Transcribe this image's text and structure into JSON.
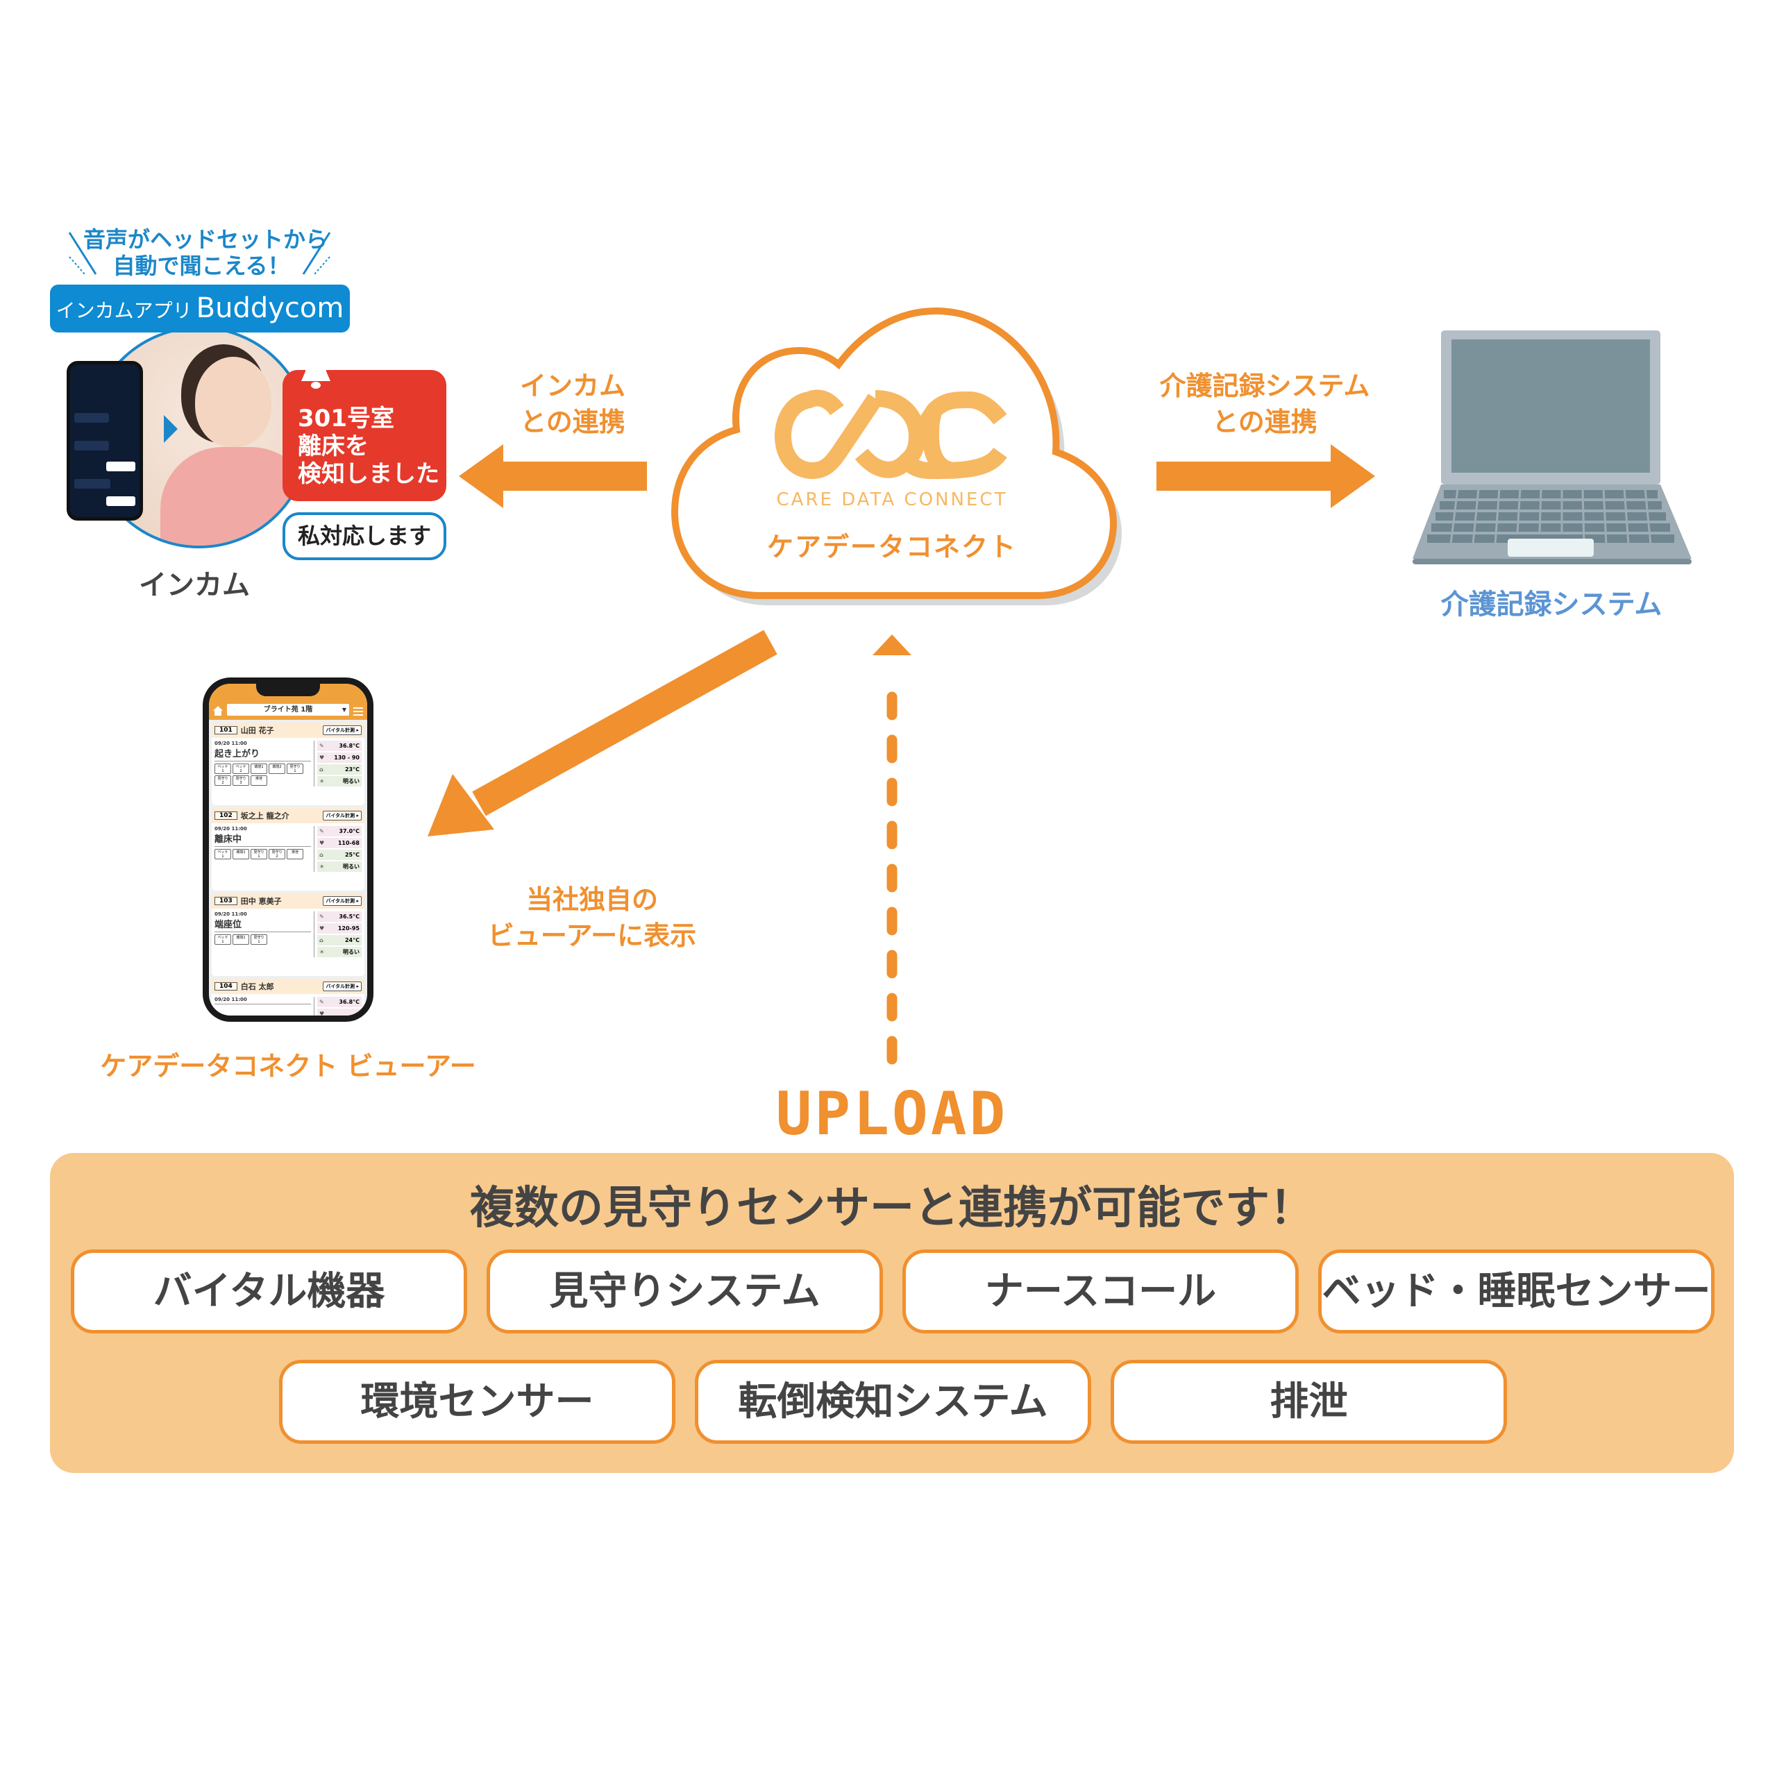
{
  "intercom": {
    "tagline": [
      "音声がヘッドセットから",
      "自動で聞こえる！"
    ],
    "app_label": "インカムアプリ",
    "app_name": "Buddycom",
    "alert_lines": [
      "301号室",
      "離床を",
      "検知しました"
    ],
    "reply": "私対応します",
    "label": "インカム"
  },
  "links": {
    "intercom": [
      "インカム",
      "との連携"
    ],
    "records": [
      "介護記録システム",
      "との連携"
    ],
    "viewer": [
      "当社独自の",
      "ビューアーに表示"
    ]
  },
  "cloud": {
    "logo_en": "CARE DATA CONNECT",
    "logo_jp": "ケアデータコネクト"
  },
  "records_system": {
    "label": "介護記録システム"
  },
  "viewer": {
    "label": "ケアデータコネクト ビューアー",
    "facility": "ブライト苑 1階",
    "vital_button": "バイタル計測 ▸",
    "cards": [
      {
        "room": "101",
        "name": "山田 花子",
        "time": "09/20 11:00",
        "status": "起き上がり",
        "tags": [
          "ベッド1",
          "ベッド2",
          "環境1",
          "環境2",
          "見守り1",
          "見守り2",
          "見守り3",
          "排泄"
        ],
        "temp": "36.8°C",
        "bp": "130 - 90",
        "room_temp": "23°C",
        "light": "明るい"
      },
      {
        "room": "102",
        "name": "坂之上 龍之介",
        "time": "09/20 11:00",
        "status": "離床中",
        "tags": [
          "ベッド1",
          "環境1",
          "見守り1",
          "見守り2",
          "排泄"
        ],
        "temp": "37.0°C",
        "bp": "110-68",
        "room_temp": "25°C",
        "light": "明るい"
      },
      {
        "room": "103",
        "name": "田中 恵美子",
        "time": "09/20 11:00",
        "status": "端座位",
        "tags": [
          "ベッド1",
          "環境1",
          "見守り1"
        ],
        "temp": "36.5°C",
        "bp": "120-95",
        "room_temp": "24°C",
        "light": "明るい"
      },
      {
        "room": "104",
        "name": "白石 太郎",
        "time": "09/20 11:00",
        "status": "",
        "tags": [],
        "temp": "36.8°C",
        "bp": "",
        "room_temp": "",
        "light": ""
      }
    ]
  },
  "upload_label": "UPLOAD",
  "sensors": {
    "title": "複数の見守りセンサーと連携が可能です！",
    "items": [
      "バイタル機器",
      "見守りシステム",
      "ナースコール",
      "ベッド・睡眠センサー",
      "環境センサー",
      "転倒検知システム",
      "排泄"
    ]
  },
  "colors": {
    "orange": "#f0902f",
    "logo": "#f7b862",
    "blue": "#1b87c9",
    "red": "#e5392b",
    "panel": "#f7c98d",
    "system_blue": "#5b94d3"
  }
}
